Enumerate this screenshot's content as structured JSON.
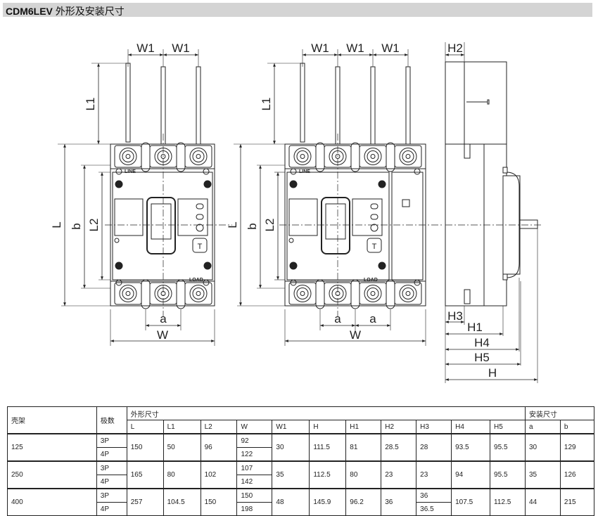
{
  "title": {
    "model": "CDM6LEV",
    "text": "外形及安装尺寸"
  },
  "drawing": {
    "w1": "W1",
    "l1": "L1",
    "l": "L",
    "b": "b",
    "l2": "L2",
    "a": "a",
    "w": "W",
    "h": "H",
    "h1": "H1",
    "h2": "H2",
    "h3": "H3",
    "h4": "H4",
    "h5": "H5",
    "line": "LINE",
    "load": "LOAD",
    "t_button": "T"
  },
  "table": {
    "frame": "壳架",
    "poles": "极数",
    "outer": "外形尺寸",
    "mount": "安装尺寸",
    "cols": [
      "L",
      "L1",
      "L2",
      "W",
      "W1",
      "H",
      "H1",
      "H2",
      "H3",
      "H4",
      "H5",
      "a",
      "b"
    ],
    "rows": [
      {
        "frame": "125",
        "poles": [
          "3P",
          "4P"
        ],
        "L": "150",
        "L1": "50",
        "L2": "96",
        "W": [
          "92",
          "122"
        ],
        "W1": "30",
        "H": "111.5",
        "H1": "81",
        "H2": "28.5",
        "H3": "28",
        "H4": "93.5",
        "H5": "95.5",
        "a": "30",
        "b": "129"
      },
      {
        "frame": "250",
        "poles": [
          "3P",
          "4P"
        ],
        "L": "165",
        "L1": "80",
        "L2": "102",
        "W": [
          "107",
          "142"
        ],
        "W1": "35",
        "H": "112.5",
        "H1": "80",
        "H2": "23",
        "H3": "23",
        "H4": "94",
        "H5": "95.5",
        "a": "35",
        "b": "126"
      },
      {
        "frame": "400",
        "poles": [
          "3P",
          "4P"
        ],
        "L": "257",
        "L1": "104.5",
        "L2": "150",
        "W": [
          "150",
          "198"
        ],
        "W1": "48",
        "H": "145.9",
        "H1": "96.2",
        "H2": "36",
        "H3": [
          "36",
          "36.5"
        ],
        "H4": "107.5",
        "H5": "112.5",
        "a": "44",
        "b": "215"
      }
    ]
  }
}
